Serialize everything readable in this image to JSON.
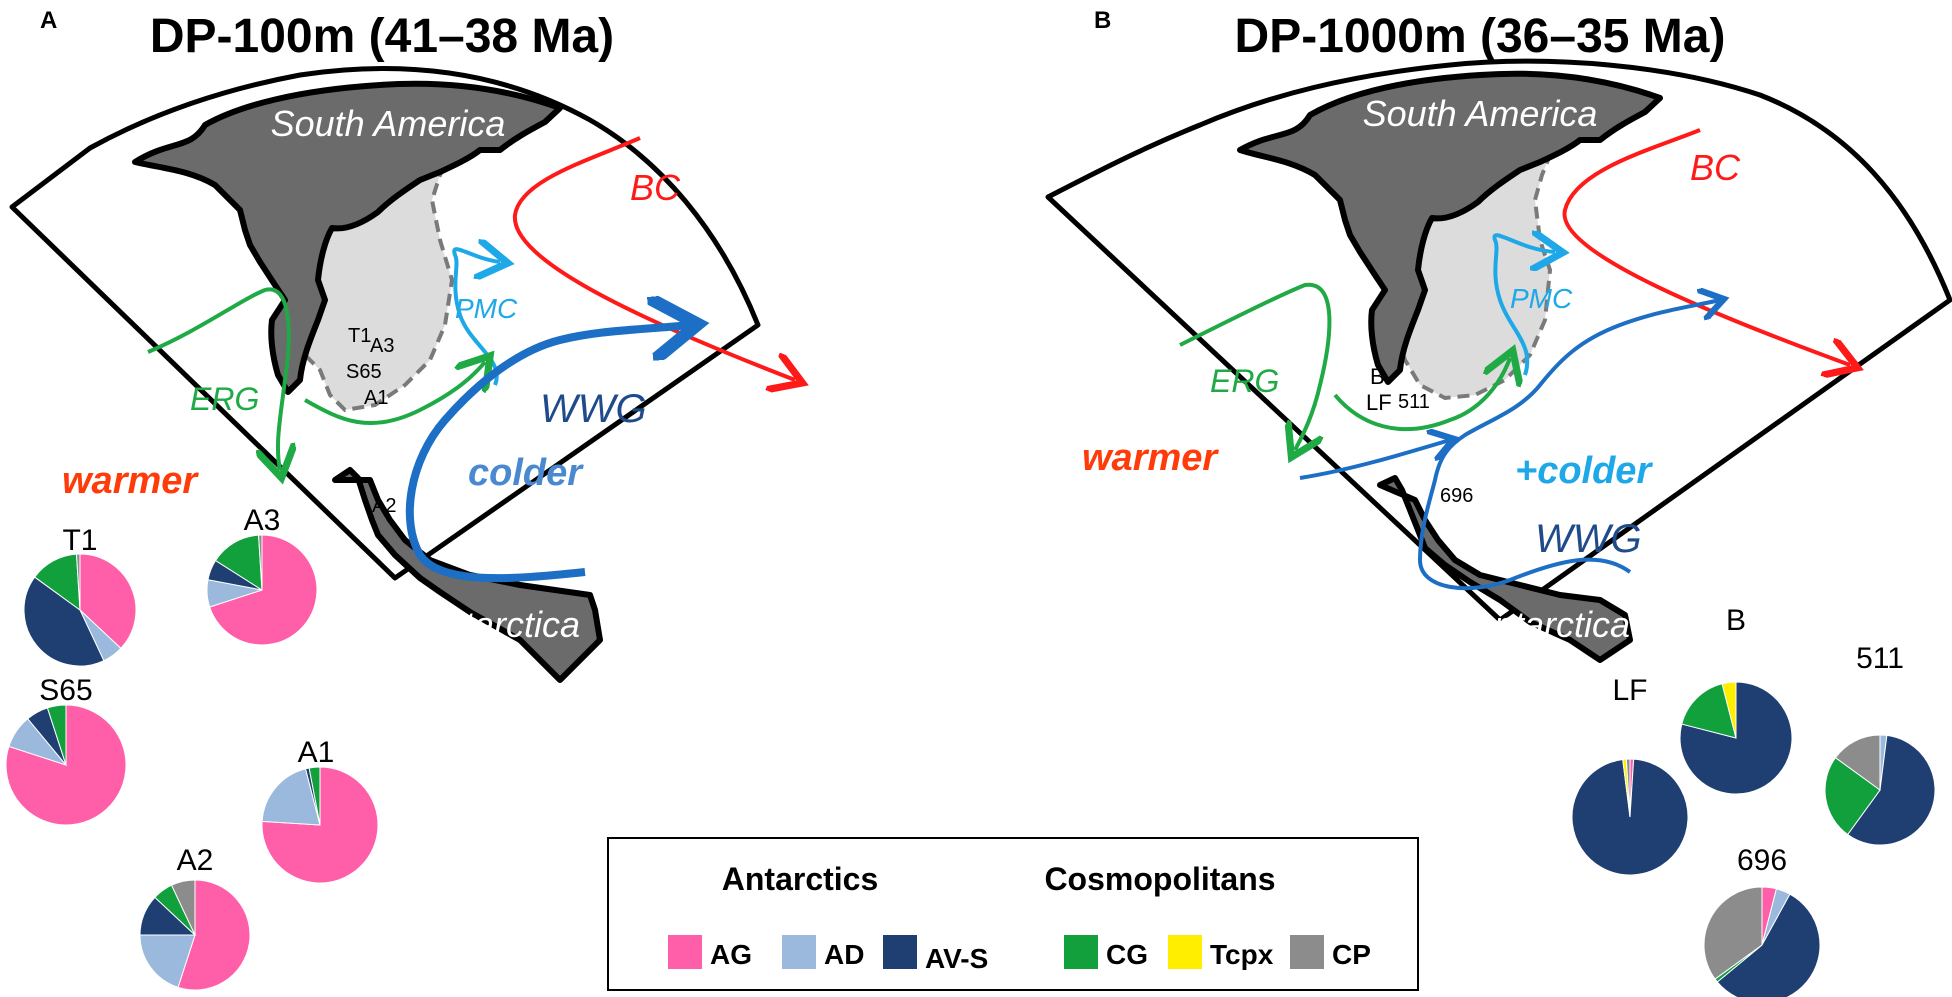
{
  "panels": [
    {
      "letter": "A",
      "title": "DP-100m (41–38 Ma)",
      "continents": {
        "north": "South America",
        "south": "Antarctica"
      },
      "currents": {
        "bc": "BC",
        "pmc": "PMC",
        "erg": "ERG",
        "wwg": "WWG"
      },
      "temperature": {
        "warm": "warmer",
        "cold": "colder"
      },
      "sites": [
        "T1",
        "A3",
        "S65",
        "A1",
        "A2"
      ]
    },
    {
      "letter": "B",
      "title": "DP-1000m (36–35 Ma)",
      "continents": {
        "north": "South America",
        "south": "Antarctica"
      },
      "currents": {
        "bc": "BC",
        "pmc": "PMC",
        "erg": "ERG",
        "wwg": "WWG"
      },
      "temperature": {
        "warm": "warmer",
        "cold": "+colder"
      },
      "sites": [
        "B",
        "LF",
        "511",
        "696"
      ]
    }
  ],
  "colors": {
    "AG": "#ff5fa8",
    "AD": "#9bb9dc",
    "AV-S": "#1f3f72",
    "CG": "#12a03c",
    "Tcpx": "#ffee00",
    "CP": "#8c8c8c",
    "bc": "#ff1a1a",
    "pmc": "#1ea8e8",
    "erg": "#1faa46",
    "wwg_text": "#1f4b8a",
    "wwg_arrow": "#1c6fc4",
    "warm": "#ff3b0a",
    "cold_a": "#4a88d0",
    "cold_b": "#1ea8e8",
    "land": "#6b6b6b",
    "shelf": "#dcdcdc"
  },
  "chart_data": {
    "type": "pie",
    "categories": [
      "AG",
      "AD",
      "AV-S",
      "CG",
      "Tcpx",
      "CP"
    ],
    "pies": [
      {
        "panel": "A",
        "label": "T1",
        "values": [
          37,
          6,
          42,
          14,
          0,
          1
        ]
      },
      {
        "panel": "A",
        "label": "A3",
        "values": [
          70,
          8,
          6,
          15,
          0,
          1
        ]
      },
      {
        "panel": "A",
        "label": "S65",
        "values": [
          80,
          9,
          6,
          5,
          0,
          0
        ]
      },
      {
        "panel": "A",
        "label": "A1",
        "values": [
          76,
          20,
          1,
          3,
          0,
          0
        ]
      },
      {
        "panel": "A",
        "label": "A2",
        "values": [
          55,
          20,
          12,
          6,
          0,
          7
        ]
      },
      {
        "panel": "B",
        "label": "B",
        "values": [
          0,
          0,
          79,
          17,
          4,
          0
        ]
      },
      {
        "panel": "B",
        "label": "LF",
        "values": [
          1,
          0,
          97,
          0,
          1,
          1
        ]
      },
      {
        "panel": "B",
        "label": "511",
        "values": [
          0,
          2,
          58,
          25,
          0,
          15
        ]
      },
      {
        "panel": "B",
        "label": "696",
        "values": [
          4,
          4,
          56,
          1,
          0,
          35
        ]
      }
    ]
  },
  "legend": {
    "group1": "Antarctics",
    "group2": "Cosmopolitans",
    "items": [
      "AG",
      "AD",
      "AV-S",
      "CG",
      "Tcpx",
      "CP"
    ]
  }
}
